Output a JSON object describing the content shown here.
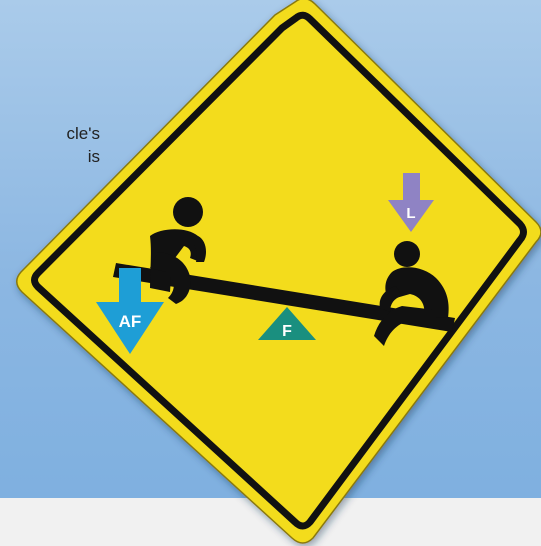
{
  "background_text": {
    "line1": "cle's",
    "line2": "is"
  },
  "labels": {
    "applied_force": "AF",
    "fulcrum": "F",
    "load": "L"
  },
  "colors": {
    "sign_yellow": "#f7e21f",
    "sign_border": "#111111",
    "applied_force_arrow": "#1e9ed6",
    "fulcrum_triangle": "#1a8f7f",
    "load_arrow": "#8f83c4",
    "background": "#8cb7e2"
  },
  "icons": [
    "seesaw-children-icon",
    "down-arrow-icon",
    "triangle-icon"
  ]
}
